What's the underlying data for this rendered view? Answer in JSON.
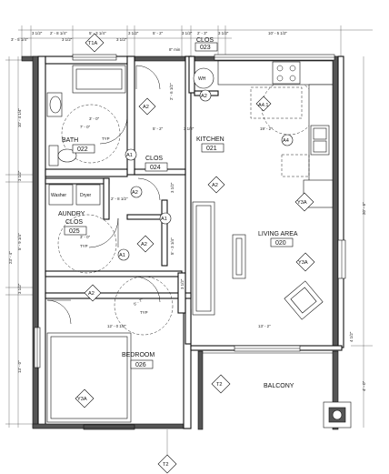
{
  "rooms": {
    "closet_023": {
      "name": "CLOS",
      "number": "023"
    },
    "bath": {
      "name": "BATH",
      "number": "022"
    },
    "kitchen": {
      "name": "KITCHEN",
      "number": "021"
    },
    "closet_024": {
      "name": "CLOS",
      "number": "024"
    },
    "laundry": {
      "name_line1": "AUNDRY",
      "name_line2": "CLOS",
      "number": "025"
    },
    "living": {
      "name": "LIVING AREA",
      "number": "020"
    },
    "bedroom": {
      "name": "BEDROOM",
      "number": "026"
    },
    "balcony": {
      "name": "BALCONY"
    }
  },
  "appliances": {
    "washer": "Washer",
    "dryer": "Dryer",
    "water_heater": "WH"
  },
  "tags": {
    "t1a": "T1A",
    "a2": "A2",
    "a1": "A1",
    "y3a": "Y3A",
    "t2": "T2",
    "a41": "A4.1",
    "a4": "A4"
  },
  "dimensions": {
    "top": [
      "3 1/2\"",
      "2' - 8 1/4\"",
      "5' - 3 1/4\"",
      "3 1/2\"",
      "5' - 2\"",
      "3 1/2\"",
      "2' - 3\"",
      "3 1/2\"",
      "10' - 5 1/2\""
    ],
    "top_row2": [
      "3' - 5 1/4\"",
      "3 1/2\"",
      "8\" min",
      "3 1/2\""
    ],
    "left": [
      "10' - 4 1/4\"",
      "3 1/2\"",
      "5' - 9 1/4\"",
      "3 1/2\"",
      "13' - 0\"",
      "23' - 4\""
    ],
    "interior": [
      "2' - 6 1/2\"",
      "5' - 2\"",
      "3 1/2\"",
      "7' - 0\"",
      "3' - 0\"",
      "TYP",
      "2' - 8 1/2\"",
      "5' - 3 1/4\"",
      "3 1/2\"",
      "5' - 7\"",
      "TYP",
      "12' - 0 1/2\"",
      "13' - 2\"",
      "19' - 2\"",
      "3 1/2\"",
      "4 1/2\"",
      "4' - 0\"",
      "20' - 6\"",
      "TYP",
      "3' - 0\""
    ]
  },
  "colors": {
    "wall": "#111111",
    "paper": "#ffffff",
    "hatch": "#555555"
  }
}
